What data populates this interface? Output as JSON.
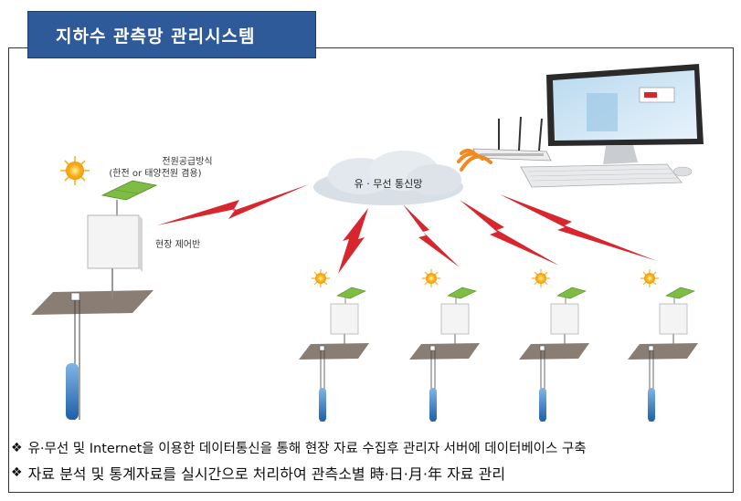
{
  "title": "지하수 관측망 관리시스템",
  "labels": {
    "power_method": "전원공급방식",
    "power_detail": "(한전 or 태양전원 겸용)",
    "field_panel": "현장 제어반",
    "network": "유 · 무선 통신망"
  },
  "bullets": [
    "유·무선 및 Internet을 이용한 데이터통신을 통해 현장 자료 수집후 관리자 서버에 데이터베이스 구축",
    "자료 분석 및 통계자료를 실시간으로 처리하여 관측소별 時·日·月·年 자료 관리"
  ],
  "colors": {
    "title_bg": "#2f5a9a",
    "lightning": "#d8262e",
    "sun": "#f6b21c",
    "well_water": "#2f7fc8",
    "wifi": "#f08a1e"
  },
  "icons": {
    "bullet": "diamond-bullet-icon",
    "sun": "sun-icon",
    "solar": "solar-panel-icon",
    "cloud": "cloud-icon",
    "router": "router-icon",
    "wifi": "wifi-signal-icon",
    "computer": "desktop-computer-icon"
  }
}
